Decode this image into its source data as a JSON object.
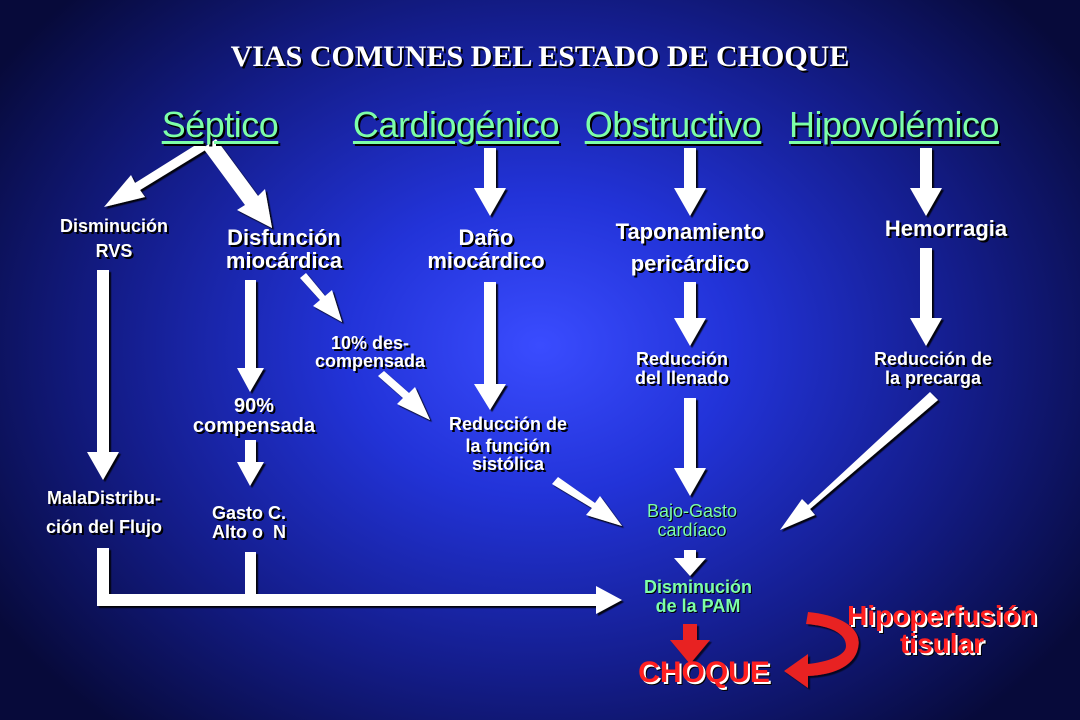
{
  "title": "VIAS COMUNES DEL ESTADO DE CHOQUE",
  "categories": {
    "septico": "Séptico",
    "cardiogenico": "Cardiogénico",
    "obstructivo": "Obstructivo",
    "hipovolemico": "Hipovolémico"
  },
  "nodes": {
    "disminucion_rvs": [
      "Disminución",
      "RVS"
    ],
    "disfuncion": [
      "Disfunción",
      "miocárdica"
    ],
    "dano": [
      "Daño",
      "miocárdico"
    ],
    "taponamiento": [
      "Taponamiento",
      "pericárdico"
    ],
    "hemorragia": "Hemorragia",
    "descompensada": [
      "10% des-",
      "compensada"
    ],
    "compensada": [
      "90%",
      "compensada"
    ],
    "reduccion_sistolica": [
      "Reducción de",
      "la función",
      "sistólica"
    ],
    "reduccion_llenado": [
      "Reducción",
      "del llenado"
    ],
    "reduccion_precarga": [
      "Reducción de",
      "la precarga"
    ],
    "mala_distribucion": [
      "MalaDistribu-",
      "ción del Flujo"
    ],
    "gasto": [
      "Gasto C.",
      "Alto o  N"
    ],
    "bajo_gasto": [
      "Bajo-Gasto",
      "cardíaco"
    ],
    "disminucion_pam": [
      "Disminución",
      "de la PAM"
    ],
    "hipoperfusion": [
      "Hipoperfusión",
      "tisular"
    ],
    "choque": "CHOQUE"
  },
  "colors": {
    "background": "#2233d8",
    "category_text": "#7dffa8",
    "node_text": "#ffffff",
    "accent_red": "#ff2020",
    "arrow": "#ffffff"
  }
}
